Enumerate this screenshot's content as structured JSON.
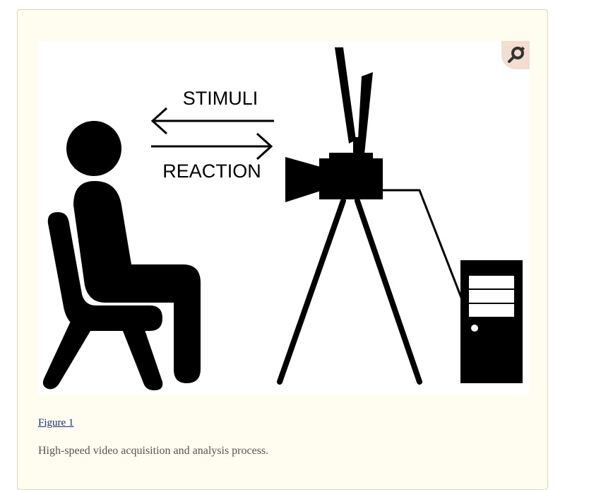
{
  "figure": {
    "image_labels": {
      "stimuli": "STIMULI",
      "reaction": "REACTION"
    },
    "zoom_icon": "magnifier-icon",
    "link_text": "Figure 1",
    "caption": "High-speed video acquisition and analysis process."
  }
}
